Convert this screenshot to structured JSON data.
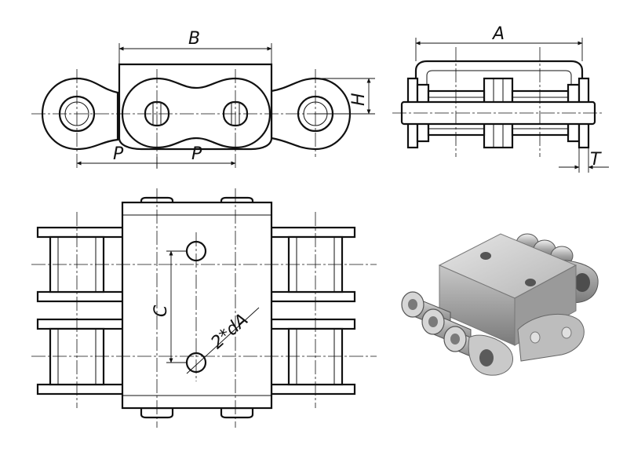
{
  "labels": {
    "B": "B",
    "A": "A",
    "H": "H",
    "P1": "P",
    "P2": "P",
    "T": "T",
    "C": "C",
    "dA": "2*dA"
  },
  "colors": {
    "line": "#111111",
    "metal_light": "#d9d9d9",
    "metal_mid": "#a9a9a9",
    "metal_dark": "#6a6a6a"
  }
}
